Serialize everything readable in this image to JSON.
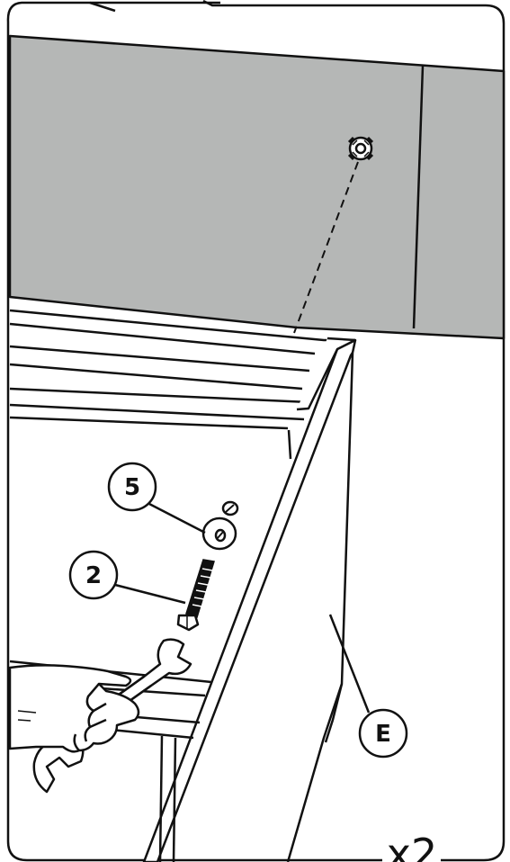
{
  "callouts": {
    "washer": {
      "label": "5"
    },
    "bolt": {
      "label": "2"
    },
    "panel": {
      "label": "E"
    }
  },
  "multiplier": "x2",
  "colors": {
    "panel_fill": "#b5b7b6",
    "line": "#111111",
    "background": "#ffffff"
  }
}
